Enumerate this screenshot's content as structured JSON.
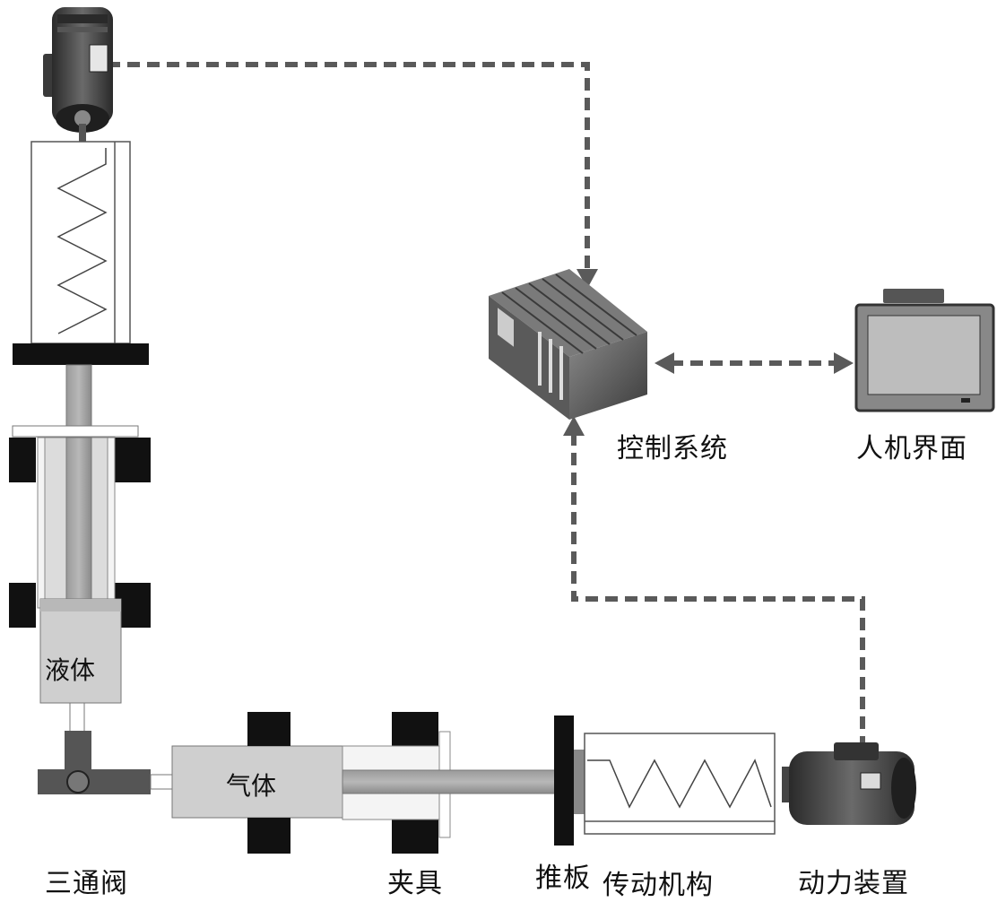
{
  "labels": {
    "control_system": "控制系统",
    "hmi": "人机界面",
    "liquid": "液体",
    "gas": "气体",
    "three_way_valve": "三通阀",
    "fixture": "夹具",
    "push_plate": "推板",
    "transmission": "传动机构",
    "power_unit": "动力装置"
  }
}
